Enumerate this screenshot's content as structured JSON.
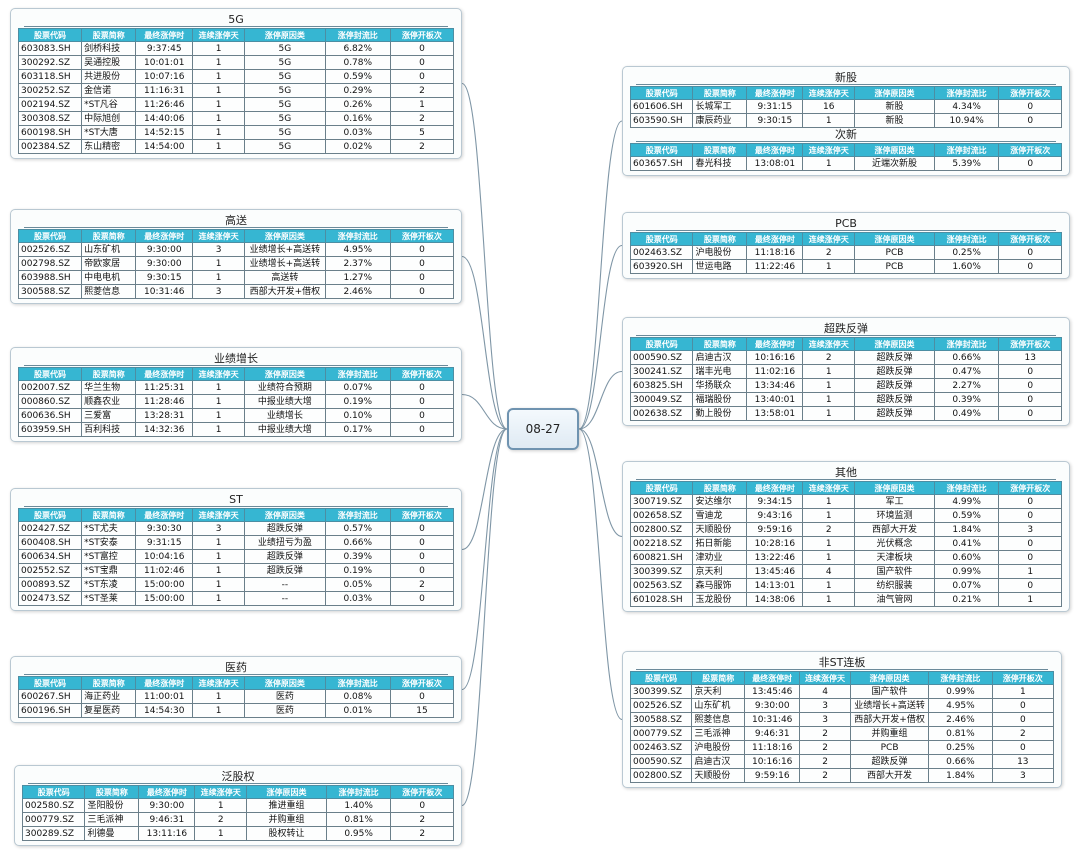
{
  "center": "08-27",
  "headers": [
    "股票代码",
    "股票简称",
    "最终涨停时",
    "连续涨停天",
    "涨停原因类",
    "涨停封流比",
    "涨停开板次"
  ],
  "nodes": [
    {
      "id": "n5g",
      "sections": [
        {
          "title": "5G",
          "rows": [
            [
              "603083.SH",
              "剑桥科技",
              "9:37:45",
              "1",
              "5G",
              "6.82%",
              "0"
            ],
            [
              "300292.SZ",
              "吴通控股",
              "10:01:01",
              "1",
              "5G",
              "0.78%",
              "0"
            ],
            [
              "603118.SH",
              "共进股份",
              "10:07:16",
              "1",
              "5G",
              "0.59%",
              "0"
            ],
            [
              "300252.SZ",
              "金信诺",
              "11:16:31",
              "1",
              "5G",
              "0.29%",
              "2"
            ],
            [
              "002194.SZ",
              "*ST凡谷",
              "11:26:46",
              "1",
              "5G",
              "0.26%",
              "1"
            ],
            [
              "300308.SZ",
              "中际旭创",
              "14:40:06",
              "1",
              "5G",
              "0.16%",
              "2"
            ],
            [
              "600198.SH",
              "*ST大唐",
              "14:52:15",
              "1",
              "5G",
              "0.03%",
              "5"
            ],
            [
              "002384.SZ",
              "东山精密",
              "14:54:00",
              "1",
              "5G",
              "0.02%",
              "2"
            ]
          ]
        }
      ]
    },
    {
      "id": "ngs",
      "sections": [
        {
          "title": "高送",
          "rows": [
            [
              "002526.SZ",
              "山东矿机",
              "9:30:00",
              "3",
              "业绩增长+高送转",
              "4.95%",
              "0"
            ],
            [
              "002798.SZ",
              "帝欧家居",
              "9:30:00",
              "1",
              "业绩增长+高送转",
              "2.37%",
              "0"
            ],
            [
              "603988.SH",
              "中电电机",
              "9:30:15",
              "1",
              "高送转",
              "1.27%",
              "0"
            ],
            [
              "300588.SZ",
              "熙菱信息",
              "10:31:46",
              "3",
              "西部大开发+借权",
              "2.46%",
              "0"
            ]
          ]
        }
      ]
    },
    {
      "id": "nyj",
      "sections": [
        {
          "title": "业绩增长",
          "rows": [
            [
              "002007.SZ",
              "华兰生物",
              "11:25:31",
              "1",
              "业绩符合预期",
              "0.07%",
              "0"
            ],
            [
              "000860.SZ",
              "顺鑫农业",
              "11:28:46",
              "1",
              "中报业绩大增",
              "0.19%",
              "0"
            ],
            [
              "600636.SH",
              "三爱富",
              "13:28:31",
              "1",
              "业绩增长",
              "0.10%",
              "0"
            ],
            [
              "603959.SH",
              "百利科技",
              "14:32:36",
              "1",
              "中报业绩大增",
              "0.17%",
              "0"
            ]
          ]
        }
      ]
    },
    {
      "id": "nst",
      "sections": [
        {
          "title": "ST",
          "rows": [
            [
              "002427.SZ",
              "*ST尤夫",
              "9:30:30",
              "3",
              "超跌反弹",
              "0.57%",
              "0"
            ],
            [
              "600408.SH",
              "*ST安泰",
              "9:31:15",
              "1",
              "业绩扭亏为盈",
              "0.66%",
              "0"
            ],
            [
              "600634.SH",
              "*ST富控",
              "10:04:16",
              "1",
              "超跌反弹",
              "0.39%",
              "0"
            ],
            [
              "002552.SZ",
              "*ST宝鼎",
              "11:02:46",
              "1",
              "超跌反弹",
              "0.19%",
              "0"
            ],
            [
              "000893.SZ",
              "*ST东凌",
              "15:00:00",
              "1",
              "--",
              "0.05%",
              "2"
            ],
            [
              "002473.SZ",
              "*ST圣莱",
              "15:00:00",
              "1",
              "--",
              "0.03%",
              "0"
            ]
          ]
        }
      ]
    },
    {
      "id": "nyy",
      "sections": [
        {
          "title": "医药",
          "rows": [
            [
              "600267.SH",
              "海正药业",
              "11:00:01",
              "1",
              "医药",
              "0.08%",
              "0"
            ],
            [
              "600196.SH",
              "复星医药",
              "14:54:30",
              "1",
              "医药",
              "0.01%",
              "15"
            ]
          ]
        }
      ]
    },
    {
      "id": "nfg",
      "sections": [
        {
          "title": "泛股权",
          "rows": [
            [
              "002580.SZ",
              "圣阳股份",
              "9:30:00",
              "1",
              "推进重组",
              "1.40%",
              "0"
            ],
            [
              "000779.SZ",
              "三毛派神",
              "9:46:31",
              "2",
              "并购重组",
              "0.81%",
              "2"
            ],
            [
              "300289.SZ",
              "利德曼",
              "13:11:16",
              "1",
              "股权转让",
              "0.95%",
              "2"
            ]
          ]
        }
      ]
    },
    {
      "id": "nxg",
      "sections": [
        {
          "title": "新股",
          "rows": [
            [
              "601606.SH",
              "长城军工",
              "9:31:15",
              "16",
              "新股",
              "4.34%",
              "0"
            ],
            [
              "603590.SH",
              "康辰药业",
              "9:30:15",
              "1",
              "新股",
              "10.94%",
              "0"
            ]
          ]
        },
        {
          "title": "次新",
          "rows": [
            [
              "603657.SH",
              "春光科技",
              "13:08:01",
              "1",
              "近端次新股",
              "5.39%",
              "0"
            ]
          ]
        }
      ]
    },
    {
      "id": "npcb",
      "sections": [
        {
          "title": "PCB",
          "rows": [
            [
              "002463.SZ",
              "沪电股份",
              "11:18:16",
              "2",
              "PCB",
              "0.25%",
              "0"
            ],
            [
              "603920.SH",
              "世运电路",
              "11:22:46",
              "1",
              "PCB",
              "1.60%",
              "0"
            ]
          ]
        }
      ]
    },
    {
      "id": "ncd",
      "sections": [
        {
          "title": "超跌反弹",
          "rows": [
            [
              "000590.SZ",
              "启迪古汉",
              "10:16:16",
              "2",
              "超跌反弹",
              "0.66%",
              "13"
            ],
            [
              "300241.SZ",
              "瑞丰光电",
              "11:02:16",
              "1",
              "超跌反弹",
              "0.47%",
              "0"
            ],
            [
              "603825.SH",
              "华扬联众",
              "13:34:46",
              "1",
              "超跌反弹",
              "2.27%",
              "0"
            ],
            [
              "300049.SZ",
              "福瑞股份",
              "13:40:01",
              "1",
              "超跌反弹",
              "0.39%",
              "0"
            ],
            [
              "002638.SZ",
              "勤上股份",
              "13:58:01",
              "1",
              "超跌反弹",
              "0.49%",
              "0"
            ]
          ]
        }
      ]
    },
    {
      "id": "nqt",
      "sections": [
        {
          "title": "其他",
          "rows": [
            [
              "300719.SZ",
              "安达维尔",
              "9:34:15",
              "1",
              "军工",
              "4.99%",
              "0"
            ],
            [
              "002658.SZ",
              "雪迪龙",
              "9:43:16",
              "1",
              "环境监测",
              "0.59%",
              "0"
            ],
            [
              "002800.SZ",
              "天顺股份",
              "9:59:16",
              "2",
              "西部大开发",
              "1.84%",
              "3"
            ],
            [
              "002218.SZ",
              "拓日新能",
              "10:28:16",
              "1",
              "光伏概念",
              "0.41%",
              "0"
            ],
            [
              "600821.SH",
              "津劝业",
              "13:22:46",
              "1",
              "天津板块",
              "0.60%",
              "0"
            ],
            [
              "300399.SZ",
              "京天利",
              "13:45:46",
              "4",
              "国产软件",
              "0.99%",
              "1"
            ],
            [
              "002563.SZ",
              "森马服饰",
              "14:13:01",
              "1",
              "纺织服装",
              "0.07%",
              "0"
            ],
            [
              "601028.SH",
              "玉龙股份",
              "14:38:06",
              "1",
              "油气管网",
              "0.21%",
              "1"
            ]
          ]
        }
      ]
    },
    {
      "id": "nfst",
      "sections": [
        {
          "title": "非ST连板",
          "rows": [
            [
              "300399.SZ",
              "京天利",
              "13:45:46",
              "4",
              "国产软件",
              "0.99%",
              "1"
            ],
            [
              "002526.SZ",
              "山东矿机",
              "9:30:00",
              "3",
              "业绩增长+高送转",
              "4.95%",
              "0"
            ],
            [
              "300588.SZ",
              "熙菱信息",
              "10:31:46",
              "3",
              "西部大开发+借权",
              "2.46%",
              "0"
            ],
            [
              "000779.SZ",
              "三毛派神",
              "9:46:31",
              "2",
              "并购重组",
              "0.81%",
              "2"
            ],
            [
              "002463.SZ",
              "沪电股份",
              "11:18:16",
              "2",
              "PCB",
              "0.25%",
              "0"
            ],
            [
              "000590.SZ",
              "启迪古汉",
              "10:16:16",
              "2",
              "超跌反弹",
              "0.66%",
              "13"
            ],
            [
              "002800.SZ",
              "天顺股份",
              "9:59:16",
              "2",
              "西部大开发",
              "1.84%",
              "3"
            ]
          ]
        }
      ]
    }
  ]
}
